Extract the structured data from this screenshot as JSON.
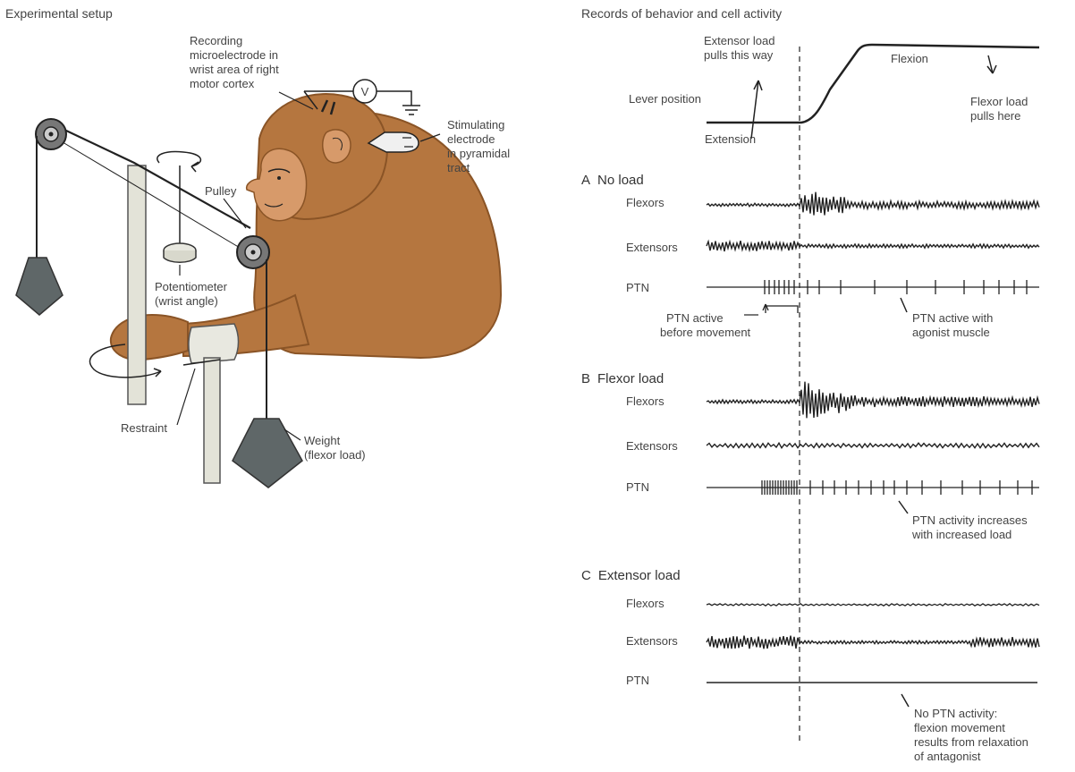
{
  "left_panel": {
    "title": "Experimental setup",
    "labels": {
      "recording": [
        "Recording",
        "microelectrode in",
        "wrist area of right",
        "motor cortex"
      ],
      "voltmeter": "V",
      "stimulating": [
        "Stimulating",
        "electrode",
        "in pyramidal",
        "tract"
      ],
      "pulley": "Pulley",
      "potentiometer": [
        "Potentiometer",
        "(wrist angle)"
      ],
      "restraint": "Restraint",
      "weight": [
        "Weight",
        "(flexor load)"
      ]
    }
  },
  "right_panel": {
    "title": "Records of behavior and cell activity",
    "lever": {
      "extensor_load_note": [
        "Extensor load",
        "pulls this way"
      ],
      "lever_position": "Lever position",
      "extension": "Extension",
      "flexion": "Flexion",
      "flexor_load_note": [
        "Flexor load",
        "pulls here"
      ]
    },
    "conditions": [
      {
        "letter": "A",
        "name": "No load",
        "traces": [
          "Flexors",
          "Extensors",
          "PTN"
        ],
        "notes": {
          "before": [
            "PTN active",
            "before movement"
          ],
          "after": [
            "PTN active with",
            "agonist muscle"
          ]
        }
      },
      {
        "letter": "B",
        "name": "Flexor load",
        "traces": [
          "Flexors",
          "Extensors",
          "PTN"
        ],
        "notes": {
          "after": [
            "PTN activity increases",
            "with increased load"
          ]
        }
      },
      {
        "letter": "C",
        "name": "Extensor load",
        "traces": [
          "Flexors",
          "Extensors",
          "PTN"
        ],
        "notes": {
          "after": [
            "No PTN activity:",
            "flexion movement",
            "results from relaxation",
            "of antagonist"
          ]
        }
      }
    ]
  },
  "colors": {
    "ink": "#222222",
    "text": "#444444",
    "fur": "#b5763f",
    "fur_dark": "#8a5426",
    "face": "#d79a6a",
    "weight": "#5f6768",
    "rod": "#e3e3d8"
  }
}
